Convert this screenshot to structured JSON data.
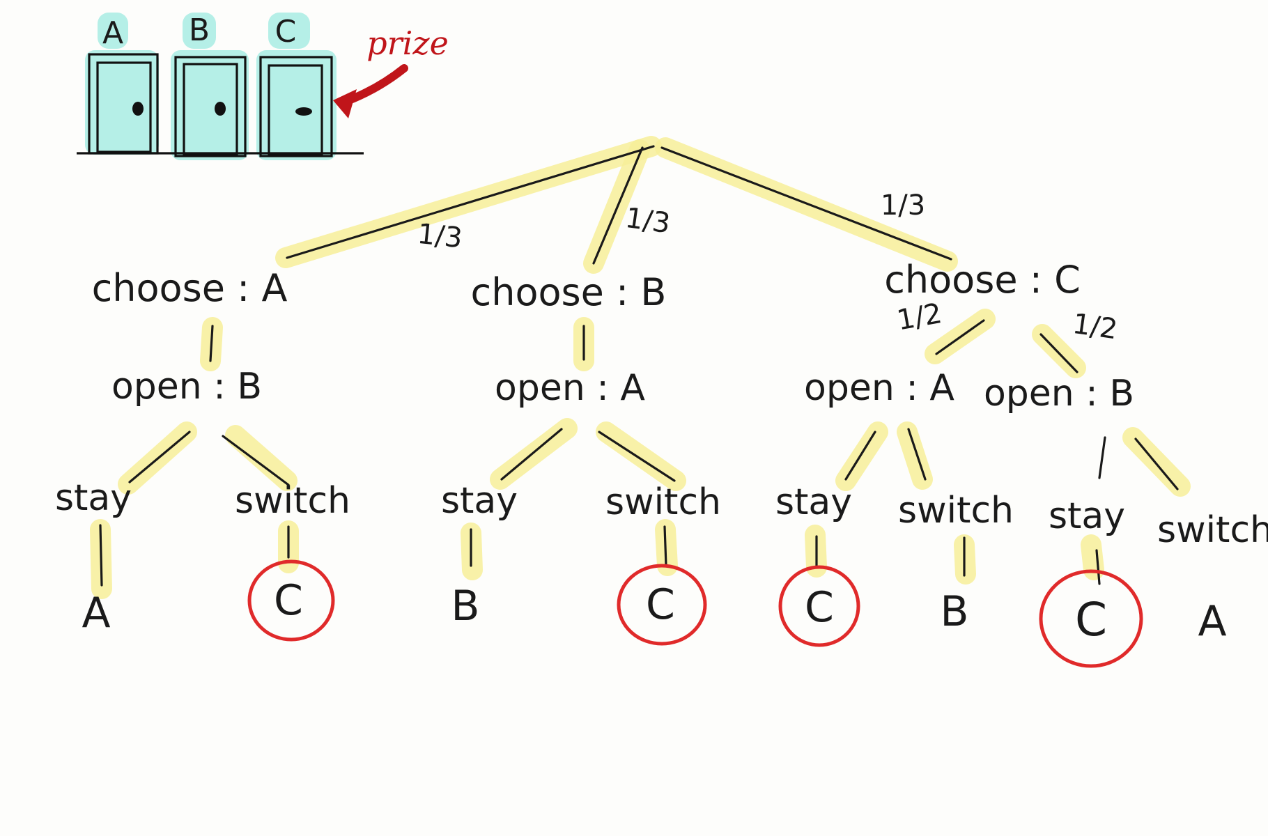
{
  "doors": [
    "A",
    "B",
    "C"
  ],
  "prize_label": "prize",
  "branch_probs": {
    "a": "1/3",
    "b": "1/3",
    "c": "1/3",
    "c_left": "1/2",
    "c_right": "1/2"
  },
  "choose": {
    "a": "choose : A",
    "b": "choose : B",
    "c": "choose : C"
  },
  "open": {
    "a": "open : B",
    "b": "open : A",
    "c1": "open : A",
    "c2": "open : B"
  },
  "actions": {
    "stay": "stay",
    "switch": "switch"
  },
  "results": {
    "a_stay": "A",
    "a_switch": "C",
    "b_stay": "B",
    "b_switch": "C",
    "c1_stay": "C",
    "c1_switch": "B",
    "c2_stay": "C",
    "c2_switch": "A"
  },
  "colors": {
    "highlight": "#f7ee99",
    "door_highlight": "#9ce9e0",
    "winner_circle": "#e02a2a",
    "prize_arrow": "#c0151a"
  }
}
